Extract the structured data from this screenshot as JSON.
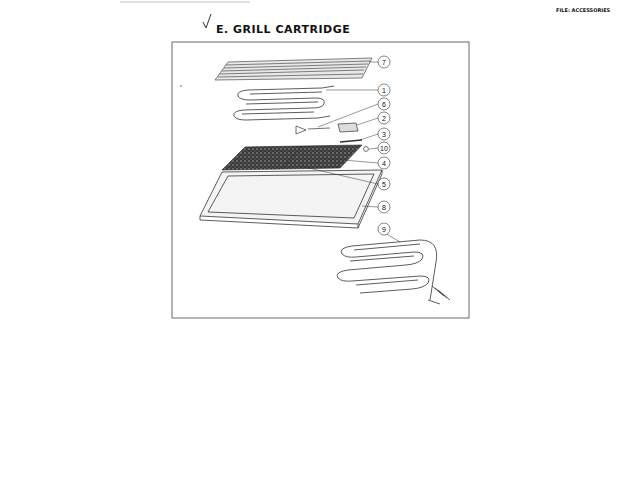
{
  "diagram": {
    "title": "E.  GRILL CARTRIDGE",
    "labels": [
      "FILE: ACCESSORIES",
      "7",
      "1",
      "6",
      "2",
      "3",
      "10",
      "4",
      "5",
      "8",
      "9"
    ]
  }
}
